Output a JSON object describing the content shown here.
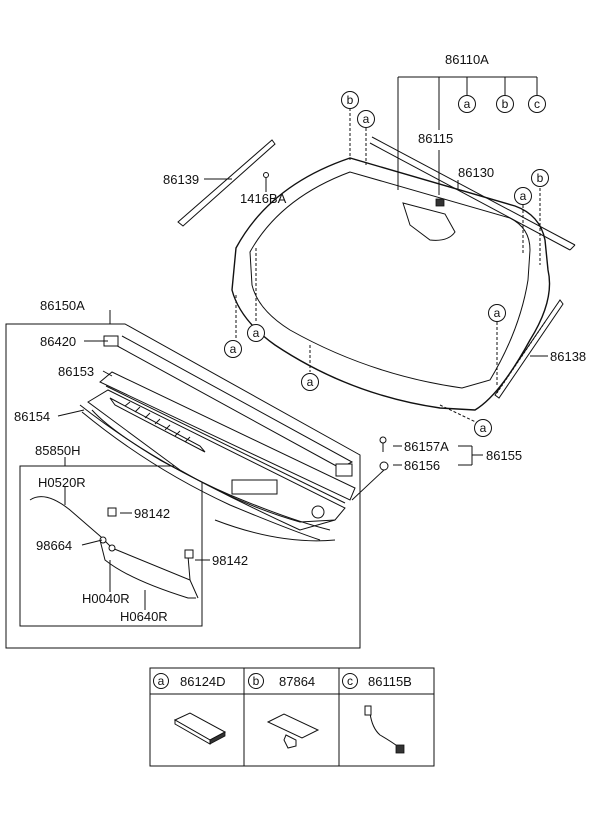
{
  "labels": {
    "p86110A": "86110A",
    "p86115": "86115",
    "p86130": "86130",
    "p86139": "86139",
    "p1416BA": "1416BA",
    "p86150A": "86150A",
    "p86420": "86420",
    "p86153": "86153",
    "p86154": "86154",
    "p85850H": "85850H",
    "pH0520R": "H0520R",
    "p98142a": "98142",
    "p98664": "98664",
    "p98142b": "98142",
    "pH0040R": "H0040R",
    "pH0640R": "H0640R",
    "p86138": "86138",
    "p86157A": "86157A",
    "p86156": "86156",
    "p86155": "86155"
  },
  "callouts": {
    "a": "a",
    "b": "b",
    "c": "c"
  },
  "legend": [
    {
      "letter": "a",
      "part": "86124D"
    },
    {
      "letter": "b",
      "part": "87864"
    },
    {
      "letter": "c",
      "part": "86115B"
    }
  ]
}
